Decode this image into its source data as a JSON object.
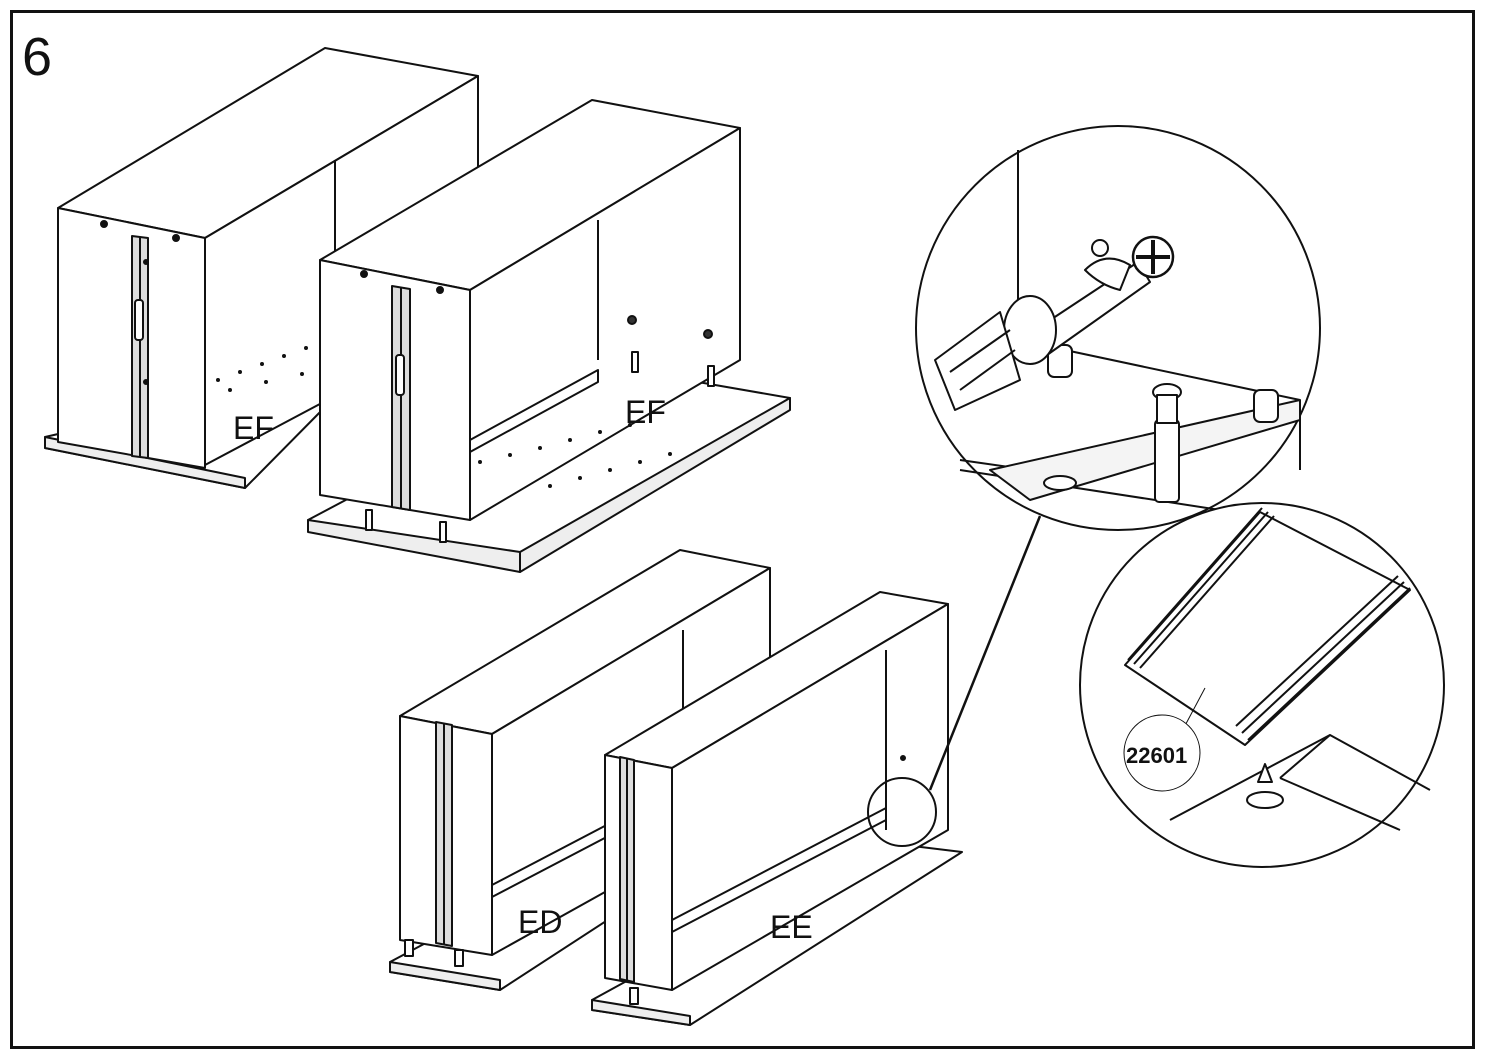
{
  "step_number": "6",
  "panel_labels": {
    "ef_left": "EF",
    "ef_right": "EF",
    "ed": "ED",
    "ee": "EE"
  },
  "detail_part_number": "22601",
  "icons": [
    "screwdriver-icon",
    "cam-lock-icon",
    "dowel-icon",
    "phillips-screw-icon"
  ],
  "colors": {
    "line": "#111111",
    "fill": "#ffffff",
    "shade": "#e6e6e6"
  }
}
